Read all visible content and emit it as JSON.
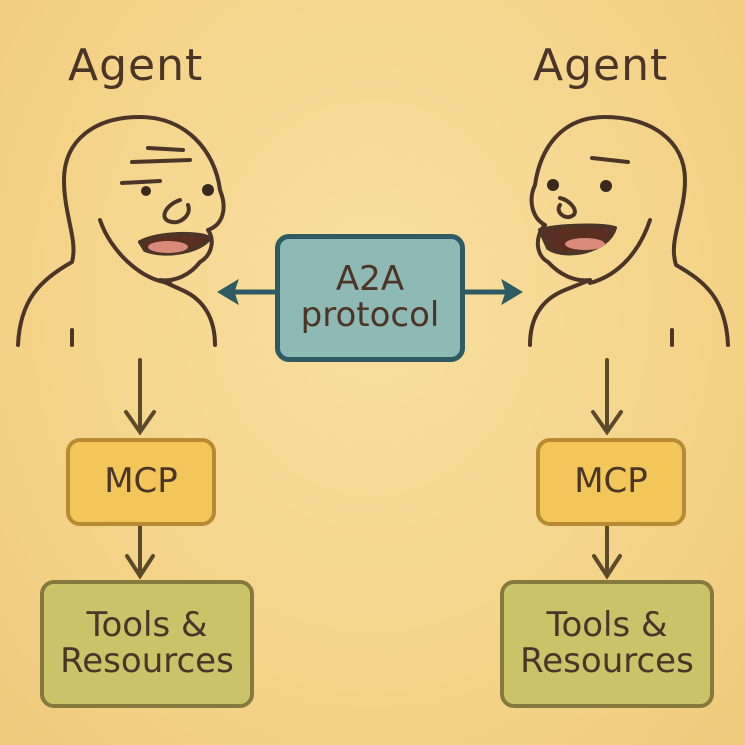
{
  "left_agent": {
    "label": "Agent"
  },
  "right_agent": {
    "label": "Agent"
  },
  "protocol": {
    "line1": "A2A",
    "line2": "protocol"
  },
  "left_stack": {
    "mcp": "MCP",
    "tools_line1": "Tools &",
    "tools_line2": "Resources"
  },
  "right_stack": {
    "mcp": "MCP",
    "tools_line1": "Tools &",
    "tools_line2": "Resources"
  },
  "colors": {
    "background": "#f5d98e",
    "a2a_fill": "#8fb9b4",
    "mcp_fill": "#f3c65a",
    "tools_fill": "#c9c46a",
    "ink": "#4a3526"
  }
}
